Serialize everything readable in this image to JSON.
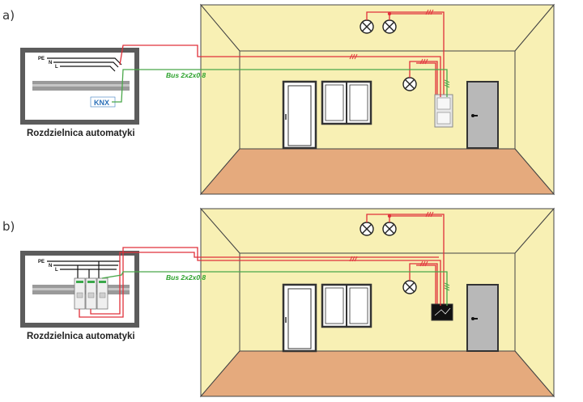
{
  "panels": [
    {
      "label": "a)",
      "cabinet_caption": "Rozdzielnica automatyki",
      "bus_label": "Bus 2x2x0,8",
      "wire_labels": [
        "PE",
        "N",
        "L"
      ],
      "logo_text": "KNX"
    },
    {
      "label": "b)",
      "cabinet_caption": "Rozdzielnica automatyki",
      "bus_label": "Bus 2x2x0,8",
      "wire_labels": [
        "PE",
        "N",
        "L"
      ]
    }
  ],
  "colors": {
    "wall": "#f8f0b4",
    "floor": "#e5aa7d",
    "power_wire": "#e0303a",
    "bus_wire": "#4aa84a",
    "door": "#b8b8b8",
    "cabinet_frame": "#5c5c5c",
    "din_rail": "#9a9a9a"
  }
}
